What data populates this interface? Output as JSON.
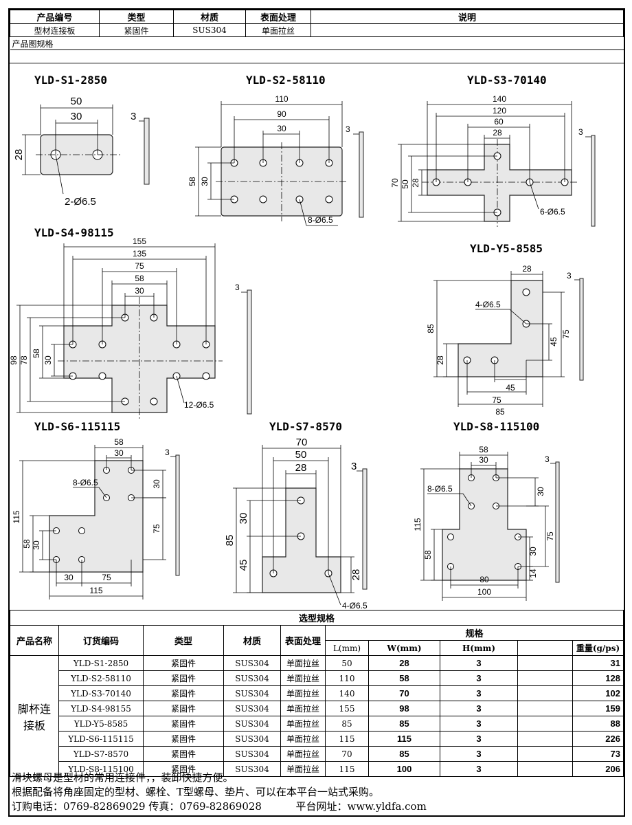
{
  "header": {
    "labels": [
      "产品编号",
      "类型",
      "材质",
      "表面处理",
      "说明"
    ],
    "values": [
      "型材连接板",
      "紧固件",
      "SUS304",
      "单面拉丝",
      ""
    ]
  },
  "section_label": "产品图规格",
  "drawings": {
    "s1": {
      "title": "YLD-S1-2850",
      "d1": "50",
      "d2": "30",
      "d3": "28",
      "t": "3",
      "holes": "2-Ø6.5"
    },
    "s2": {
      "title": "YLD-S2-58110",
      "d1": "110",
      "d2": "90",
      "d3": "30",
      "d4": "58",
      "d5": "30",
      "t": "3",
      "holes": "8-Ø6.5"
    },
    "s3": {
      "title": "YLD-S3-70140",
      "d1": "140",
      "d2": "120",
      "d3": "60",
      "d4": "28",
      "d5": "70",
      "d6": "50",
      "d7": "28",
      "t": "3",
      "holes": "6-Ø6.5"
    },
    "s4": {
      "title": "YLD-S4-98115",
      "d1": "155",
      "d2": "135",
      "d3": "75",
      "d4": "58",
      "d5": "30",
      "d6": "98",
      "d7": "78",
      "d8": "58",
      "d9": "30",
      "t": "3",
      "holes": "12-Ø6.5"
    },
    "y5": {
      "title": "YLD-Y5-8585",
      "d1": "28",
      "d2": "85",
      "d3": "28",
      "d4": "45",
      "d5": "75",
      "d6": "45",
      "d7": "75",
      "d8": "85",
      "t": "3",
      "holes": "4-Ø6.5"
    },
    "s6": {
      "title": "YLD-S6-115115",
      "d1": "58",
      "d2": "30",
      "d3": "30",
      "d4": "115",
      "d5": "58",
      "d6": "30",
      "d7": "75",
      "d8": "30",
      "d9": "75",
      "d10": "115",
      "t": "3",
      "holes": "8-Ø6.5"
    },
    "s7": {
      "title": "YLD-S7-8570",
      "d1": "70",
      "d2": "50",
      "d3": "28",
      "d4": "30",
      "d5": "85",
      "d6": "45",
      "d7": "28",
      "t": "3",
      "holes": "4-Ø6.5"
    },
    "s8": {
      "title": "YLD-S8-115100",
      "d1": "58",
      "d2": "30",
      "d3": "30",
      "d4": "115",
      "d5": "58",
      "d6": "30",
      "d7": "75",
      "d8": "14",
      "d9": "80",
      "d10": "100",
      "t": "3",
      "holes": "8-Ø6.5"
    }
  },
  "spec": {
    "title": "选型规格",
    "headers": {
      "name": "产品名称",
      "code": "订货编码",
      "type": "类型",
      "material": "材质",
      "surface": "表面处理",
      "spec": "规格",
      "L": "L(mm)",
      "W": "W(mm)",
      "H": "H(mm)",
      "weight": "重量(g/ps)"
    },
    "product_name": "脚杯连接板",
    "rows": [
      {
        "code": "YLD-S1-2850",
        "type": "紧固件",
        "material": "SUS304",
        "surface": "单面拉丝",
        "L": "50",
        "W": "28",
        "H": "3",
        "blank": "",
        "weight": "31"
      },
      {
        "code": "YLD-S2-58110",
        "type": "紧固件",
        "material": "SUS304",
        "surface": "单面拉丝",
        "L": "110",
        "W": "58",
        "H": "3",
        "blank": "",
        "weight": "128"
      },
      {
        "code": "YLD-S3-70140",
        "type": "紧固件",
        "material": "SUS304",
        "surface": "单面拉丝",
        "L": "140",
        "W": "70",
        "H": "3",
        "blank": "",
        "weight": "102"
      },
      {
        "code": "YLD-S4-98155",
        "type": "紧固件",
        "material": "SUS304",
        "surface": "单面拉丝",
        "L": "155",
        "W": "98",
        "H": "3",
        "blank": "",
        "weight": "159"
      },
      {
        "code": "YLD-Y5-8585",
        "type": "紧固件",
        "material": "SUS304",
        "surface": "单面拉丝",
        "L": "85",
        "W": "85",
        "H": "3",
        "blank": "",
        "weight": "88"
      },
      {
        "code": "YLD-S6-115115",
        "type": "紧固件",
        "material": "SUS304",
        "surface": "单面拉丝",
        "L": "115",
        "W": "115",
        "H": "3",
        "blank": "",
        "weight": "226"
      },
      {
        "code": "YLD-S7-8570",
        "type": "紧固件",
        "material": "SUS304",
        "surface": "单面拉丝",
        "L": "70",
        "W": "85",
        "H": "3",
        "blank": "",
        "weight": "73"
      },
      {
        "code": "YLD-S8-115100",
        "type": "紧固件",
        "material": "SUS304",
        "surface": "单面拉丝",
        "L": "115",
        "W": "100",
        "H": "3",
        "blank": "",
        "weight": "206"
      }
    ]
  },
  "notes": {
    "line1": "滑块螺母是型材的常用连接件，，装卸快捷方便。",
    "line2": "根据配备将角座固定的型材、螺栓、T型螺母、垫片、可以在本平台一站式采购。",
    "phone": "订购电话：0769-82869029  传真：0769-82869028",
    "site": "平台网址：www.yldfa.com"
  }
}
